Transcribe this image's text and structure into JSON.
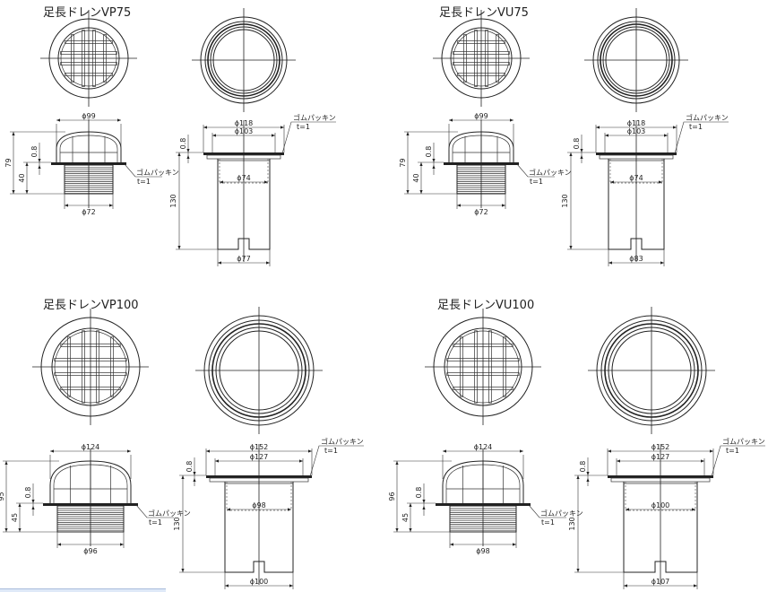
{
  "products": [
    {
      "title": "足長ドレンVP75",
      "grate": {
        "outer_dia": "ϕ99",
        "thread_dia": "ϕ72",
        "total_height": "79",
        "body_height": "40",
        "flange_t": "0.8",
        "gasket": "ゴムパッキン",
        "gasket_t": "t=1"
      },
      "pipe": {
        "flange_dia": "ϕ118",
        "inner_flange_dia": "ϕ103",
        "inner_dia": "ϕ74",
        "pipe_dia": "ϕ77",
        "height": "130",
        "flange_t": "0.8",
        "gasket": "ゴムパッキン",
        "gasket_t": "t=1"
      }
    },
    {
      "title": "足長ドレンVU75",
      "grate": {
        "outer_dia": "ϕ99",
        "thread_dia": "ϕ72",
        "total_height": "79",
        "body_height": "40",
        "flange_t": "0.8",
        "gasket": "ゴムパッキン",
        "gasket_t": "t=1"
      },
      "pipe": {
        "flange_dia": "ϕ118",
        "inner_flange_dia": "ϕ103",
        "inner_dia": "ϕ74",
        "pipe_dia": "ϕ83",
        "height": "130",
        "flange_t": "0.8",
        "gasket": "ゴムパッキン",
        "gasket_t": "t=1"
      }
    },
    {
      "title": "足長ドレンVP100",
      "grate": {
        "outer_dia": "ϕ124",
        "thread_dia": "ϕ96",
        "total_height": "95",
        "body_height": "45",
        "flange_t": "0.8",
        "gasket": "ゴムパッキン",
        "gasket_t": "t=1"
      },
      "pipe": {
        "flange_dia": "ϕ152",
        "inner_flange_dia": "ϕ127",
        "inner_dia": "ϕ98",
        "pipe_dia": "ϕ100",
        "height": "130",
        "flange_t": "0.8",
        "gasket": "ゴムパッキン",
        "gasket_t": "t=1"
      }
    },
    {
      "title": "足長ドレンVU100",
      "grate": {
        "outer_dia": "ϕ124",
        "thread_dia": "ϕ98",
        "total_height": "96",
        "body_height": "45",
        "flange_t": "0.8",
        "gasket": "ゴムパッキン",
        "gasket_t": "t=1"
      },
      "pipe": {
        "flange_dia": "ϕ152",
        "inner_flange_dia": "ϕ127",
        "inner_dia": "ϕ100",
        "pipe_dia": "ϕ107",
        "height": "130",
        "flange_t": "0.8",
        "gasket": "ゴムパッキン",
        "gasket_t": "t=1"
      }
    }
  ]
}
